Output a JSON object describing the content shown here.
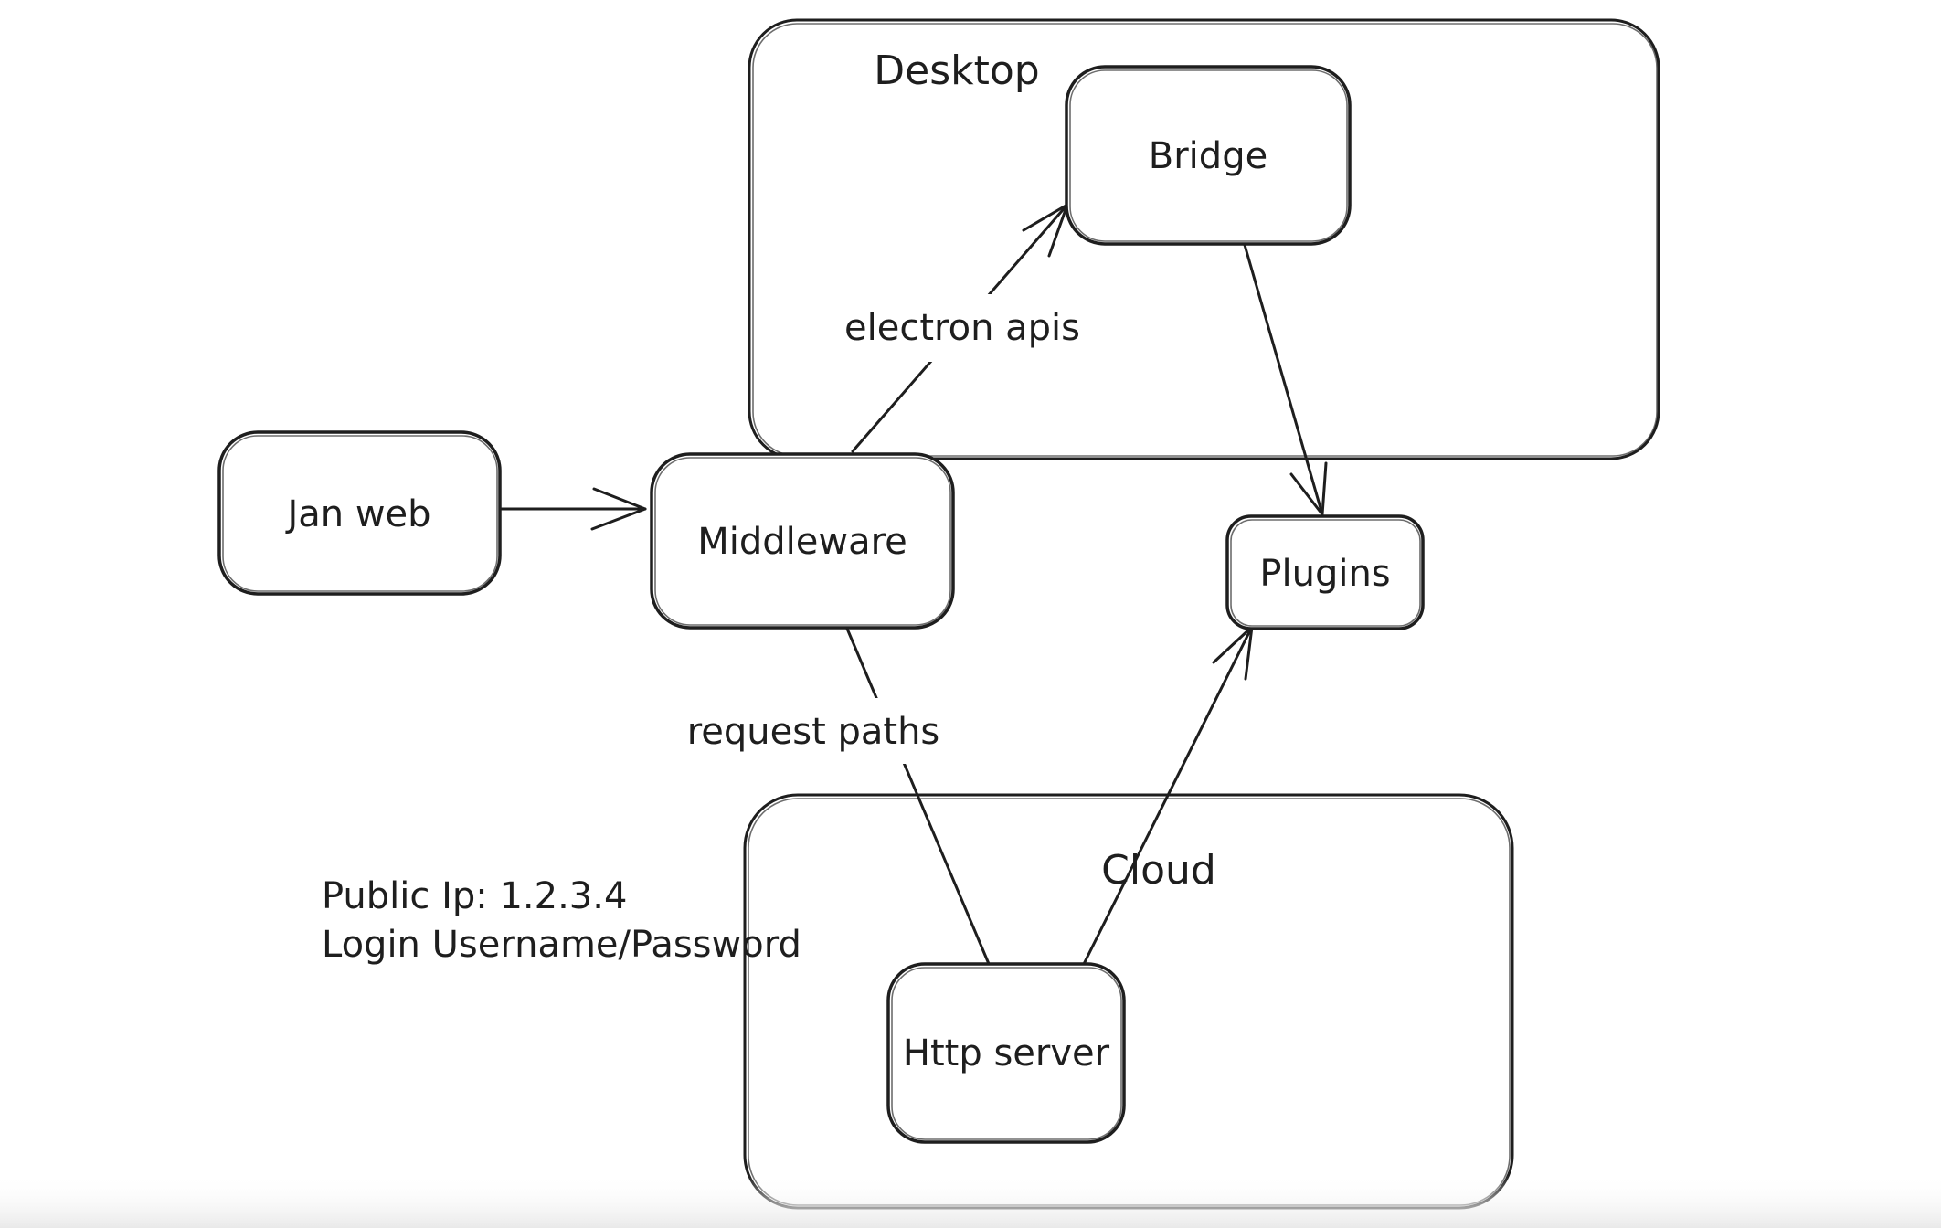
{
  "theme": {
    "background": "#ffffff",
    "stroke": "#1e1e1e",
    "fade": "#e9e9e9"
  },
  "diagram": {
    "containers": [
      {
        "id": "desktop",
        "label": "Desktop"
      },
      {
        "id": "cloud",
        "label": "Cloud"
      }
    ],
    "nodes": [
      {
        "id": "jan-web",
        "label": "Jan web"
      },
      {
        "id": "middleware",
        "label": "Middleware"
      },
      {
        "id": "bridge",
        "label": "Bridge"
      },
      {
        "id": "plugins",
        "label": "Plugins"
      },
      {
        "id": "http-server",
        "label": "Http server"
      }
    ],
    "edges": [
      {
        "from": "jan-web",
        "to": "middleware",
        "label": ""
      },
      {
        "from": "middleware",
        "to": "bridge",
        "label": "electron apis"
      },
      {
        "from": "bridge",
        "to": "plugins",
        "label": ""
      },
      {
        "from": "middleware",
        "to": "http-server",
        "label": "request paths"
      },
      {
        "from": "http-server",
        "to": "plugins",
        "label": ""
      }
    ],
    "annotation": {
      "line1": "Public Ip: 1.2.3.4",
      "line2": "Login Username/Password"
    }
  }
}
